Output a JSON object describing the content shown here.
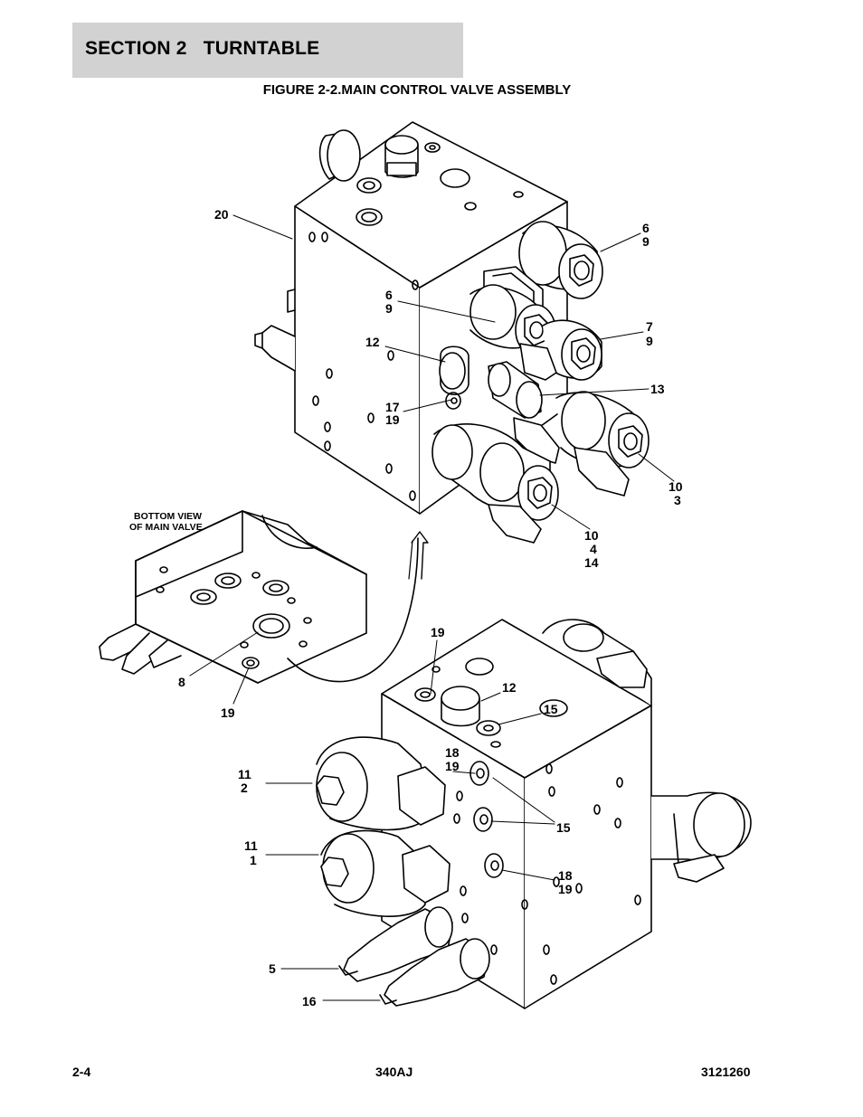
{
  "header": {
    "section": "SECTION 2   TURNTABLE"
  },
  "figure": {
    "title": "FIGURE 2-2.MAIN CONTROL VALVE ASSEMBLY",
    "inset_label_line1": "BOTTOM VIEW",
    "inset_label_line2": "OF MAIN VALVE"
  },
  "callouts": {
    "c20": "20",
    "c6_9_a_1": "6",
    "c6_9_a_2": "9",
    "c6_9_b_1": "6",
    "c6_9_b_2": "9",
    "c7_9_1": "7",
    "c7_9_2": "9",
    "c12_a": "12",
    "c13": "13",
    "c17_19_1": "17",
    "c17_19_2": "19",
    "c10_3_1": "10",
    "c10_3_2": "3",
    "c10_4_14_1": "10",
    "c10_4_14_2": "4",
    "c10_4_14_3": "14",
    "c8": "8",
    "c19_a": "19",
    "c19_b": "19",
    "c12_b": "12",
    "c15_a": "15",
    "c18_19_a_1": "18",
    "c18_19_a_2": "19",
    "c11_2_1": "11",
    "c11_2_2": "2",
    "c15_b": "15",
    "c11_1_1": "11",
    "c11_1_2": "1",
    "c18_19_b_1": "18",
    "c18_19_b_2": "19",
    "c5": "5",
    "c16": "16"
  },
  "footer": {
    "page": "2-4",
    "model": "340AJ",
    "doc_number": "3121260"
  }
}
